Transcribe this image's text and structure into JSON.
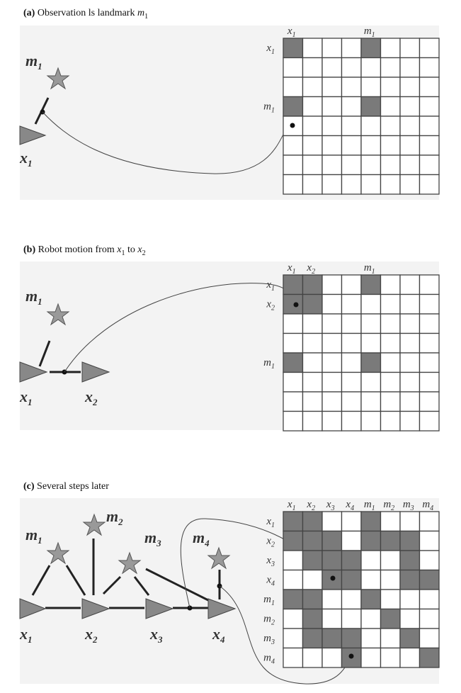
{
  "panels": [
    {
      "id": "a",
      "caption": {
        "tag": "(a)",
        "text": "Observation ls landmark ",
        "var": "m",
        "sub": "1",
        "var2": "",
        "sub2": "",
        "text2": ""
      },
      "matrix": {
        "col_labels": [
          "x1",
          "",
          "",
          "",
          "m1",
          "",
          "",
          ""
        ],
        "row_labels": [
          "x1",
          "",
          "",
          "m1",
          "",
          "",
          "",
          ""
        ],
        "filled": [
          [
            0,
            0
          ],
          [
            0,
            4
          ],
          [
            3,
            0
          ],
          [
            3,
            4
          ]
        ]
      },
      "graph_labels": [
        "m1",
        "x1"
      ]
    },
    {
      "id": "b",
      "caption": {
        "tag": "(b)",
        "text": "Robot motion from ",
        "var": "x",
        "sub": "1",
        "text2": " to ",
        "var2": "x",
        "sub2": "2"
      },
      "matrix": {
        "col_labels": [
          "x1",
          "x2",
          "",
          "",
          "m1",
          "",
          "",
          ""
        ],
        "row_labels": [
          "x1",
          "x2",
          "",
          "",
          "m1",
          "",
          "",
          ""
        ],
        "filled": [
          [
            0,
            0
          ],
          [
            0,
            1
          ],
          [
            1,
            0
          ],
          [
            1,
            1
          ],
          [
            0,
            4
          ],
          [
            4,
            0
          ],
          [
            4,
            4
          ]
        ]
      },
      "graph_labels": [
        "m1",
        "x1",
        "x2"
      ]
    },
    {
      "id": "c",
      "caption": {
        "tag": "(c)",
        "text": "Several steps later",
        "var": "",
        "sub": "",
        "text2": "",
        "var2": "",
        "sub2": ""
      },
      "matrix": {
        "col_labels": [
          "x1",
          "x2",
          "x3",
          "x4",
          "m1",
          "m2",
          "m3",
          "m4"
        ],
        "row_labels": [
          "x1",
          "x2",
          "x3",
          "x4",
          "m1",
          "m2",
          "m3",
          "m4"
        ],
        "filled": [
          [
            0,
            0
          ],
          [
            0,
            1
          ],
          [
            0,
            4
          ],
          [
            1,
            0
          ],
          [
            1,
            1
          ],
          [
            1,
            2
          ],
          [
            1,
            4
          ],
          [
            1,
            5
          ],
          [
            1,
            6
          ],
          [
            2,
            1
          ],
          [
            2,
            2
          ],
          [
            2,
            3
          ],
          [
            2,
            6
          ],
          [
            3,
            2
          ],
          [
            3,
            3
          ],
          [
            3,
            6
          ],
          [
            3,
            7
          ],
          [
            4,
            0
          ],
          [
            4,
            1
          ],
          [
            4,
            4
          ],
          [
            5,
            1
          ],
          [
            5,
            5
          ],
          [
            6,
            1
          ],
          [
            6,
            2
          ],
          [
            6,
            3
          ],
          [
            6,
            6
          ],
          [
            7,
            3
          ],
          [
            7,
            7
          ]
        ]
      },
      "graph_labels": [
        "m1",
        "m2",
        "m3",
        "m4",
        "x1",
        "x2",
        "x3",
        "x4"
      ]
    }
  ],
  "colors": {
    "filled": "#7a7a7a",
    "grid": "#444444",
    "background": "#f3f3f3",
    "node": "#999999"
  }
}
